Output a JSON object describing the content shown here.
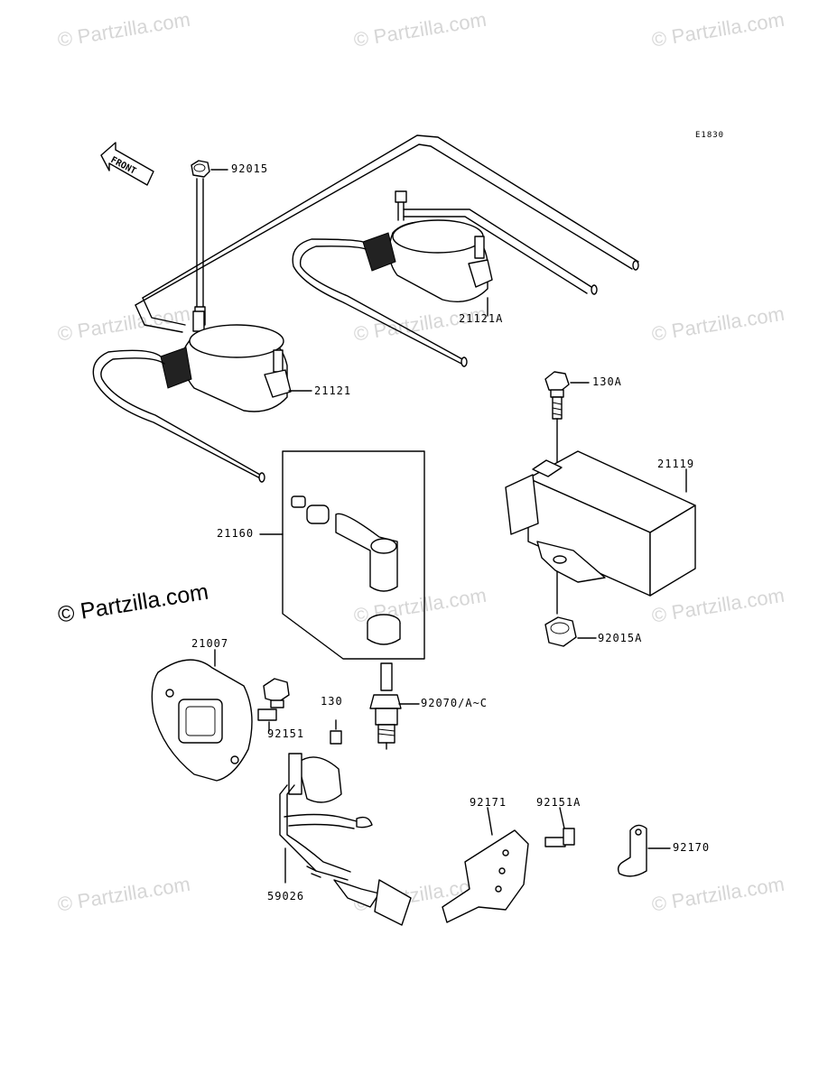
{
  "diagram_code": "E1830",
  "front_arrow_label": "FRONT",
  "watermark_text": "© Partzilla.com",
  "main_watermark": "© Partzilla.com",
  "parts": {
    "p92015": "92015",
    "p21121A": "21121A",
    "p21121": "21121",
    "p130A": "130A",
    "p21119": "21119",
    "p21160": "21160",
    "p92015A": "92015A",
    "p21007": "21007",
    "p92070": "92070/A~C",
    "p130": "130",
    "p92151": "92151",
    "p92171": "92171",
    "p92151A": "92151A",
    "p92170": "92170",
    "p59026": "59026"
  }
}
